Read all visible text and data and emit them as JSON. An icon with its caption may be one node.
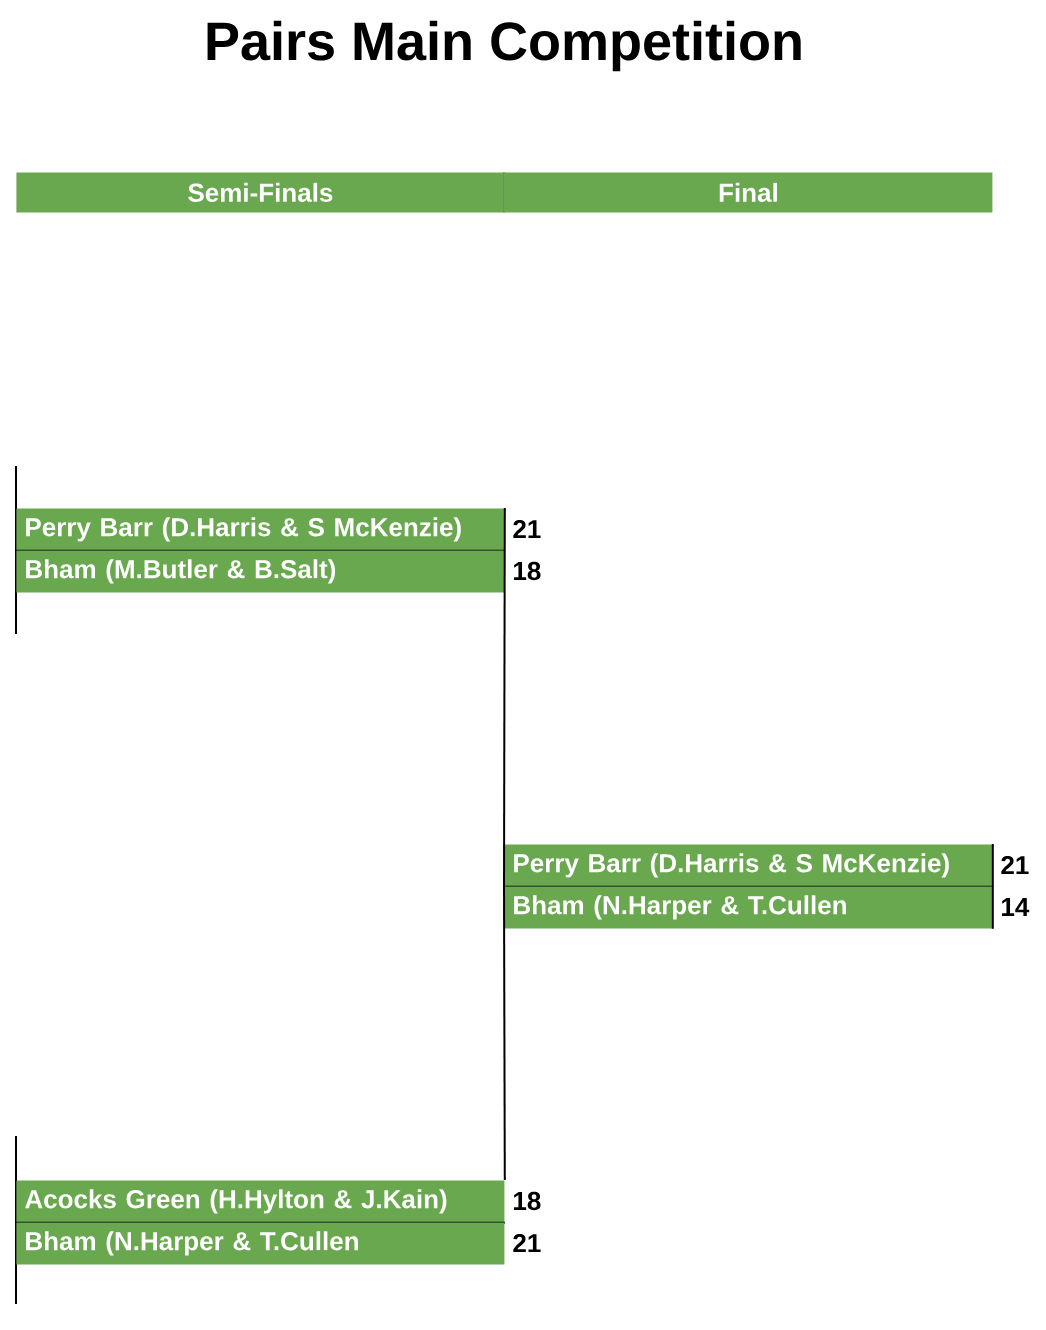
{
  "diagram": {
    "title": "Pairs Main Competition",
    "nodes": [
      {
        "text": [
          "Semi-Finals"
        ]
      },
      {
        "text": [
          "Final"
        ]
      },
      {
        "text": [
          "Perry Barr (D.Harris & S McKenzie)"
        ],
        "beside": [
          "21"
        ]
      },
      {
        "text": [
          "Bham (M.Butler & B.Salt)"
        ],
        "beside": [
          "18"
        ]
      },
      {
        "text": [
          "Perry Barr (D.Harris & S McKenzie)"
        ],
        "beside": [
          "21"
        ]
      },
      {
        "text": [
          "Bham (N.Harper & T.Cullen"
        ],
        "beside": [
          "14"
        ]
      },
      {
        "text": [
          "Acocks Green (H.Hylton & J.Kain)"
        ],
        "beside": [
          "18"
        ]
      },
      {
        "text": [
          "Bham (N.Harper & T.Cullen"
        ],
        "beside": [
          "21"
        ]
      }
    ],
    "edges": [
      {
        "from": 2,
        "to": 4,
        "arrow": "none"
      },
      {
        "from": 6,
        "to": 5,
        "arrow": "none"
      }
    ]
  }
}
